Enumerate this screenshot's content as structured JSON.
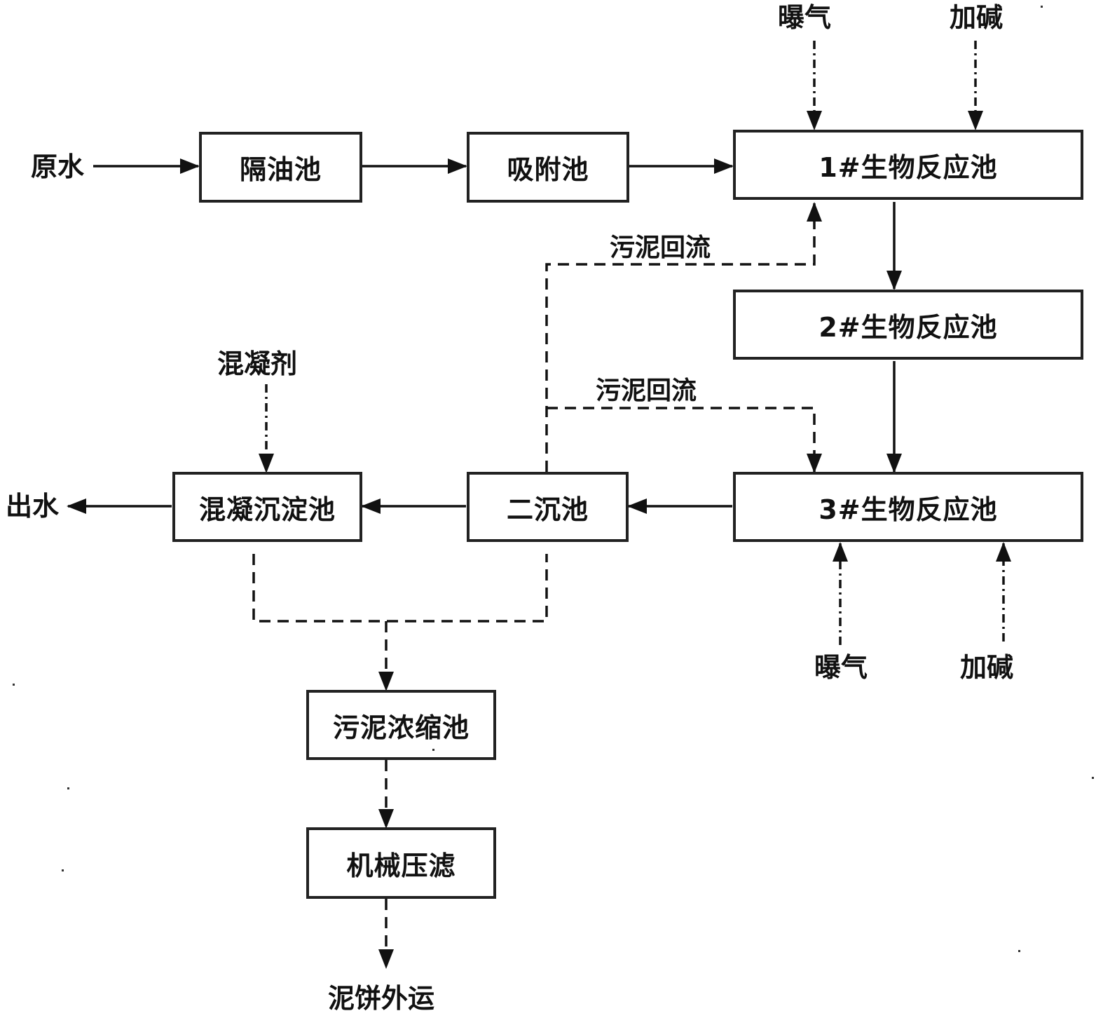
{
  "units": {
    "oil_separator": "隔油池",
    "adsorption": "吸附池",
    "bio1": "1#生物反应池",
    "bio2": "2#生物反应池",
    "bio3": "3#生物反应池",
    "secondary_clarifier": "二沉池",
    "coag_sed": "混凝沉淀池",
    "sludge_thickener": "污泥浓缩池",
    "mech_press": "机械压滤"
  },
  "labels": {
    "raw_water": "原水",
    "effluent": "出水",
    "aeration_top": "曝气",
    "alkali_top": "加碱",
    "aeration_bottom": "曝气",
    "alkali_bottom": "加碱",
    "coagulant": "混凝剂",
    "sludge_return_1": "污泥回流",
    "sludge_return_2": "污泥回流",
    "cake_out": "泥饼外运"
  }
}
